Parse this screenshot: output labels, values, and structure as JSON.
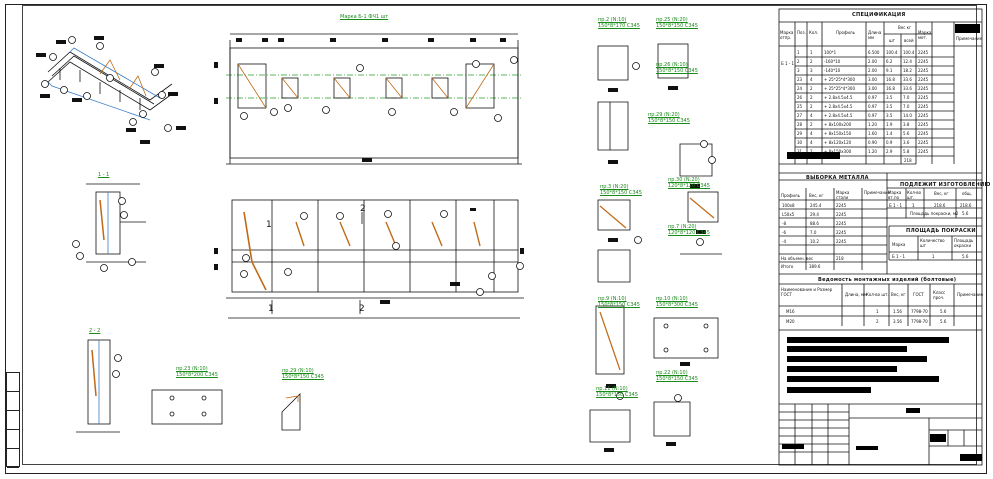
{
  "drawing": {
    "main_plan_title": "Марка Б-1 ФЧ1 шт",
    "section_1": "1 - 1",
    "section_2": "2 - 2",
    "cut_1": "1",
    "cut_2": "2"
  },
  "plate_labels": [
    {
      "line1": "пр.2 (N:10)",
      "line2": "150*8*170 C345"
    },
    {
      "line1": "пр.25 (N:20)",
      "line2": "150*8*150 C345"
    },
    {
      "line1": "пр.26 (N:10)",
      "line2": "150*8*150 C345"
    },
    {
      "line1": "пр.29 (N:20)",
      "line2": "150*8*150 C345"
    },
    {
      "line1": "пр.3 (N:20)",
      "line2": "150*8*150 C345"
    },
    {
      "line1": "пр.7 (N:20)",
      "line2": "120*8*120 C345"
    },
    {
      "line1": "пр.30 (N:20)",
      "line2": "120*8*120 C345"
    },
    {
      "line1": "пр.9 (N:10)",
      "line2": "150*8*150 C345"
    },
    {
      "line1": "пр.10 (N:10)",
      "line2": "150*8*300 C345"
    },
    {
      "line1": "пр.11 (N:10)",
      "line2": "150*8*150 C345"
    },
    {
      "line1": "пр.22 (N:10)",
      "line2": "150*8*150 C345"
    },
    {
      "line1": "пр.23 (N:10)",
      "line2": "150*8*200 C345"
    },
    {
      "line1": "пр.29 (N:10)",
      "line2": "150*8*150 C345"
    }
  ],
  "spec_table": {
    "title": "СПЕЦИФИКАЦИЯ",
    "headers": [
      "Марка отпр.",
      "Поз.",
      "Кол.",
      "Профиль",
      "Длина мм",
      "Вес кг",
      "Марка мет.",
      "Примечание"
    ],
    "weight_sub": [
      "шт",
      "всей"
    ],
    "mark": "Б 1 - 1",
    "rows": [
      [
        "1",
        "1",
        "100*1",
        "6.500",
        "100.4",
        "100.4",
        "2245"
      ],
      [
        "2",
        "2",
        "-160*10",
        "2.00",
        "6.2",
        "12.4",
        "2245"
      ],
      [
        "3",
        "3",
        "-140*10",
        "2.00",
        "9.1",
        "18.2",
        "2245"
      ],
      [
        "23",
        "4",
        "+ 25*25*4*300",
        "3.00",
        "16.8",
        "33.6",
        "2245"
      ],
      [
        "24",
        "2",
        "+ 25*25*4*300",
        "3.00",
        "16.8",
        "33.6",
        "2245"
      ],
      [
        "26",
        "2",
        "+ 2.8x4.5x4.5",
        "0.97",
        "3.5",
        "7.0",
        "2245"
      ],
      [
        "25",
        "2",
        "+ 2.8x4.5x4.5",
        "0.97",
        "3.5",
        "7.0",
        "2245"
      ],
      [
        "27",
        "4",
        "+ 2.8x4.5x4.5",
        "0.97",
        "3.5",
        "14.0",
        "2245"
      ],
      [
        "28",
        "2",
        "+ 8x100x200",
        "1.20",
        "1.9",
        "3.8",
        "2245"
      ],
      [
        "29",
        "4",
        "+ 8x150x150",
        "1.60",
        "1.4",
        "5.6",
        "2245"
      ],
      [
        "30",
        "4",
        "+ 8x120x120",
        "0.90",
        "0.9",
        "3.6",
        "2245"
      ],
      [
        "31",
        "2",
        "+ 8x150x300",
        "1.20",
        "2.9",
        "5.8",
        "2245"
      ]
    ],
    "total": "218"
  },
  "steel_table": {
    "title": "ВЫБОРКА МЕТАЛЛА",
    "headers": [
      "Профиль",
      "Вес, кг",
      "Марка стали",
      "Примечание"
    ],
    "rows": [
      [
        "100x8",
        "245.4",
        "2245"
      ],
      [
        "L50x5",
        "29.4",
        "2245"
      ],
      [
        "-8",
        "88.6",
        "2245"
      ],
      [
        "-6",
        "7.0",
        "2245"
      ],
      [
        "-4",
        "10.2",
        "2245"
      ]
    ],
    "total_label": "На объемн. вес",
    "total_value": "218",
    "note_label": "Итого",
    "note_value": "389.6"
  },
  "make_table": {
    "title": "ПОДЛЕЖИТ ИЗГОТОВЛЕНИЮ",
    "headers": [
      "Марка вт.по",
      "Кол-во шт.",
      "Вес, кг",
      "общ."
    ],
    "row": [
      "Б 1 - 1",
      "1",
      "218.6",
      "218.6"
    ],
    "sub1": "Площадь покраски, м2",
    "sub1_val": "5.6"
  },
  "paint_table": {
    "title": "ПЛОЩАДЬ ПОКРАСКИ",
    "headers": [
      "Марка",
      "Количество шт",
      "Площадь окраски"
    ],
    "row": [
      "Б 1 - 1",
      "1",
      "5.6"
    ]
  },
  "bolt_table": {
    "title": "Ведомость монтажных изделий (болтовые)",
    "headers": [
      "Наименование и Размер ГОСТ",
      "Длина, мм",
      "Кол-во шт.",
      "Вес, кг",
      "ГОСТ",
      "Класс проч.",
      "Примечание"
    ],
    "rows": [
      [
        "М16",
        "1",
        "1.56",
        "7798-70",
        "5.6"
      ],
      [
        "М20",
        "2",
        "3.56",
        "7798-70",
        "5.6"
      ]
    ]
  },
  "colors": {
    "line": "#111111",
    "accent": "#c06a16",
    "label": "#1a8a1a",
    "green_dash": "#2aa02a"
  }
}
